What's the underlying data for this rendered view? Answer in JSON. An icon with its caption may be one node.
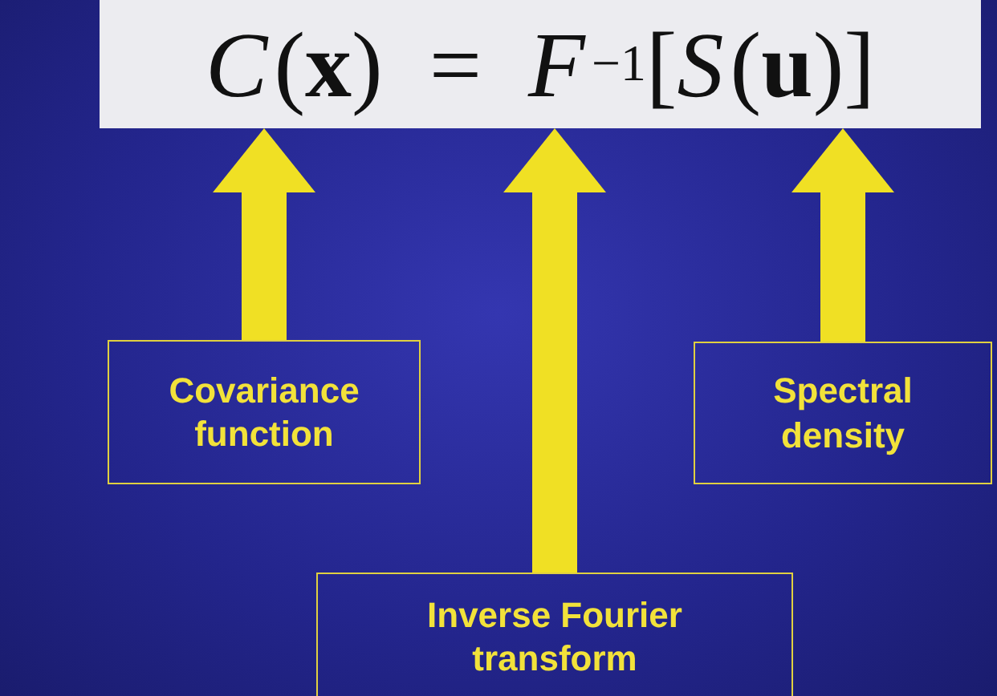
{
  "diagram": {
    "nodes": [
      {
        "text": [
          "*C*(**x**) = *F*$^{−1}$[*S*(**u**)]"
        ]
      },
      {
        "text": [
          "Covariance function"
        ]
      },
      {
        "text": [
          "Spectral density"
        ]
      },
      {
        "text": [
          "Inverse Fourier transform"
        ]
      }
    ],
    "edges": [
      {
        "from": 1,
        "to": 0,
        "arrow": "to"
      },
      {
        "from": 3,
        "to": 0,
        "arrow": "to"
      },
      {
        "from": 2,
        "to": 0,
        "arrow": "to"
      }
    ]
  }
}
